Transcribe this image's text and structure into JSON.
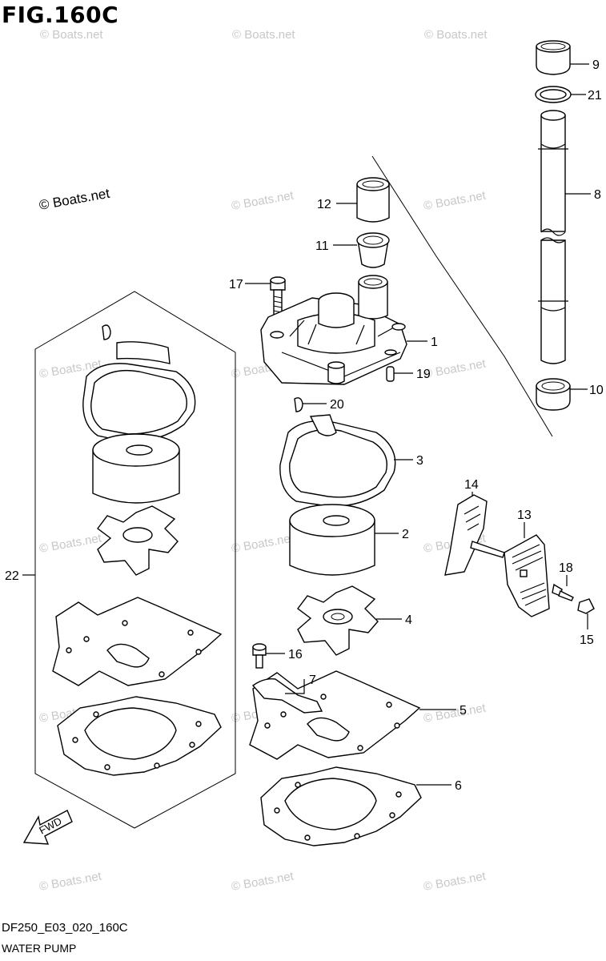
{
  "figure": {
    "title": "FIG.160C",
    "code": "DF250_E03_020_160C",
    "caption": "WATER PUMP"
  },
  "watermark": {
    "text": "© Boats.net"
  },
  "fwd_label": "FWD",
  "callouts": [
    {
      "id": "c9",
      "label": "9"
    },
    {
      "id": "c21",
      "label": "21"
    },
    {
      "id": "c8",
      "label": "8"
    },
    {
      "id": "c10",
      "label": "10"
    },
    {
      "id": "c12",
      "label": "12"
    },
    {
      "id": "c11",
      "label": "11"
    },
    {
      "id": "c17",
      "label": "17"
    },
    {
      "id": "c1",
      "label": "1"
    },
    {
      "id": "c19",
      "label": "19"
    },
    {
      "id": "c20",
      "label": "20"
    },
    {
      "id": "c3",
      "label": "3"
    },
    {
      "id": "c2",
      "label": "2"
    },
    {
      "id": "c4",
      "label": "4"
    },
    {
      "id": "c16",
      "label": "16"
    },
    {
      "id": "c7",
      "label": "7"
    },
    {
      "id": "c5",
      "label": "5"
    },
    {
      "id": "c6",
      "label": "6"
    },
    {
      "id": "c14",
      "label": "14"
    },
    {
      "id": "c13",
      "label": "13"
    },
    {
      "id": "c18",
      "label": "18"
    },
    {
      "id": "c15",
      "label": "15"
    },
    {
      "id": "c22",
      "label": "22"
    }
  ]
}
